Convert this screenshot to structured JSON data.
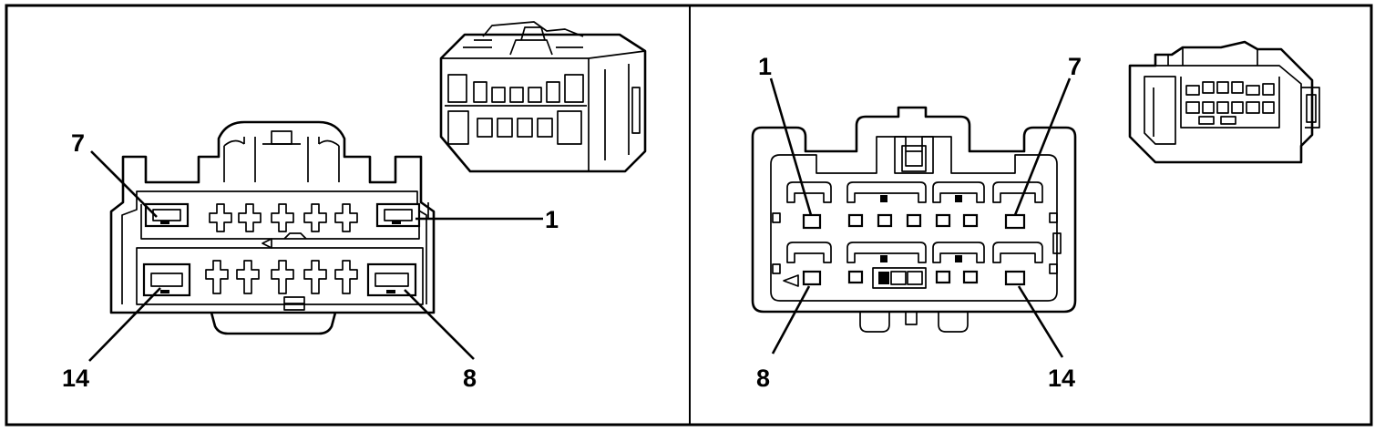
{
  "left_view": {
    "pin_labels": {
      "top_left": "7",
      "top_right": "1",
      "bottom_left": "14",
      "bottom_right": "8"
    }
  },
  "right_view": {
    "pin_labels": {
      "top_left": "1",
      "top_right": "7",
      "bottom_left": "8",
      "bottom_right": "14"
    }
  },
  "colors": {
    "line": "#000000",
    "background": "#ffffff"
  }
}
